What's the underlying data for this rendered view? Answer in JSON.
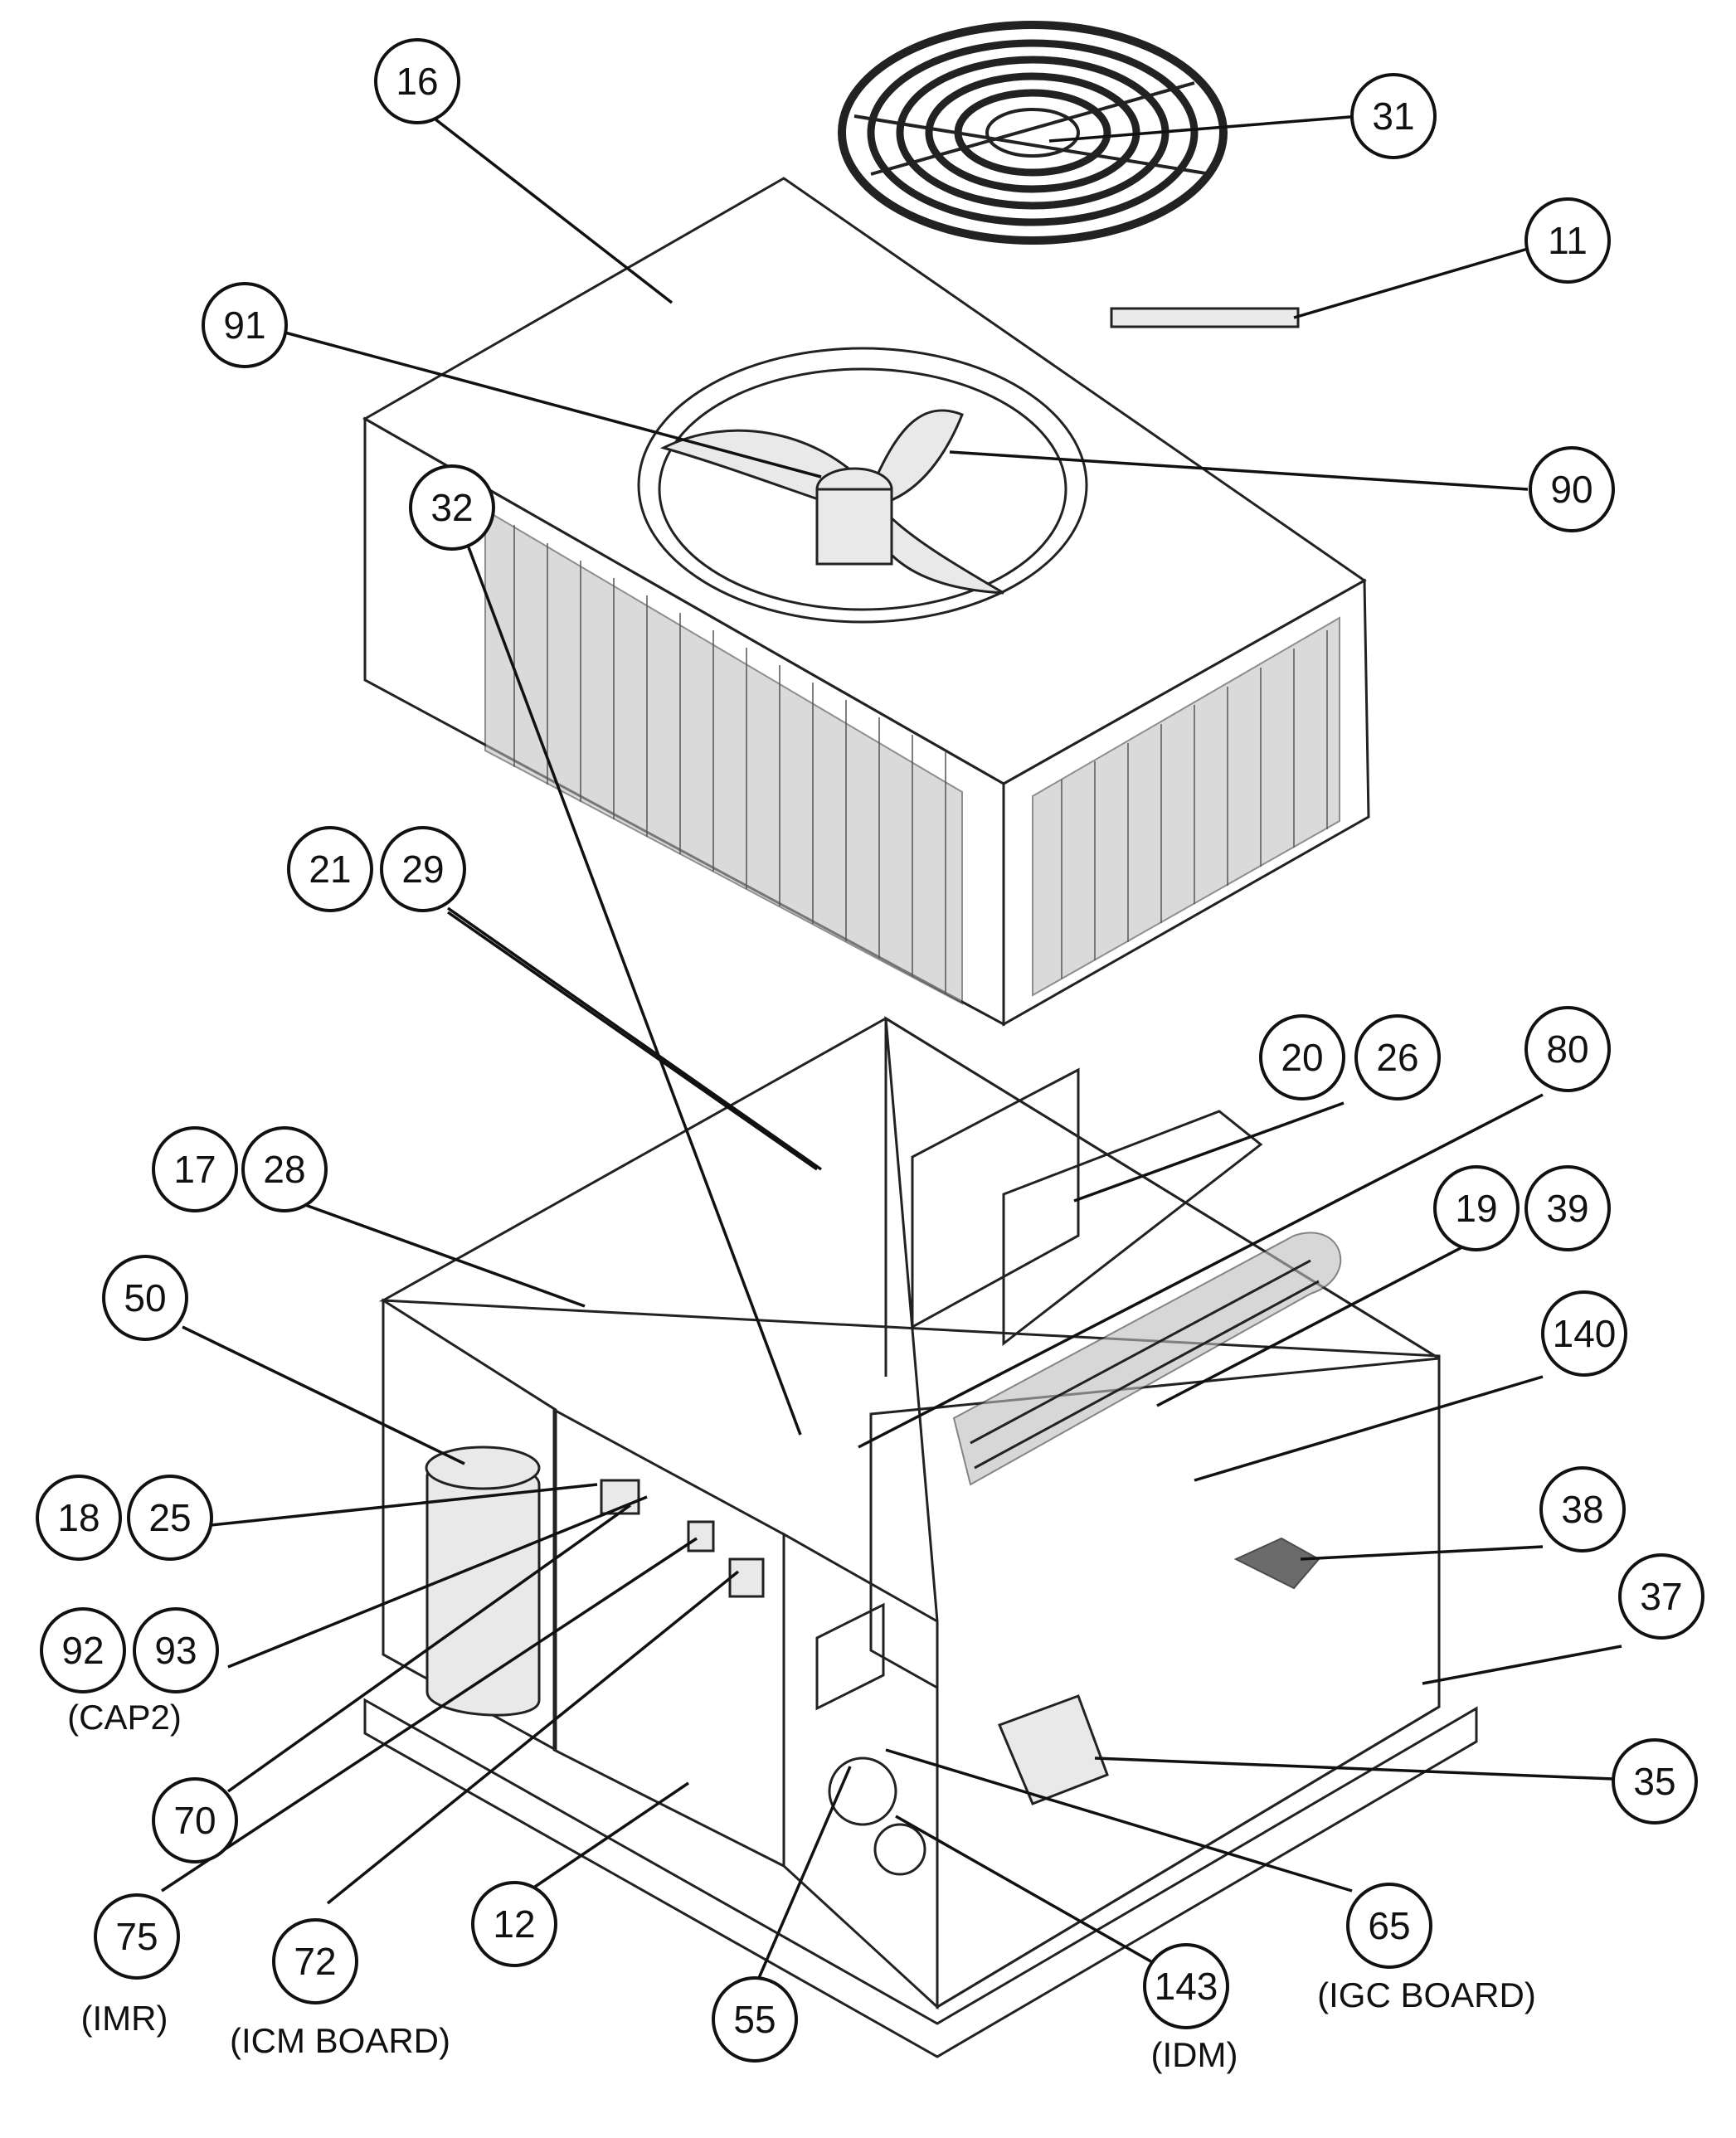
{
  "callouts": [
    {
      "id": "c16",
      "label": "16"
    },
    {
      "id": "c31",
      "label": "31"
    },
    {
      "id": "c11",
      "label": "11"
    },
    {
      "id": "c91",
      "label": "91"
    },
    {
      "id": "c90",
      "label": "90"
    },
    {
      "id": "c21",
      "label": "21"
    },
    {
      "id": "c29",
      "label": "29"
    },
    {
      "id": "c32",
      "label": "32"
    },
    {
      "id": "c20",
      "label": "20"
    },
    {
      "id": "c26",
      "label": "26"
    },
    {
      "id": "c80",
      "label": "80"
    },
    {
      "id": "c17",
      "label": "17"
    },
    {
      "id": "c28",
      "label": "28"
    },
    {
      "id": "c19",
      "label": "19"
    },
    {
      "id": "c39",
      "label": "39"
    },
    {
      "id": "c50",
      "label": "50"
    },
    {
      "id": "c140",
      "label": "140"
    },
    {
      "id": "c38",
      "label": "38"
    },
    {
      "id": "c18",
      "label": "18"
    },
    {
      "id": "c25",
      "label": "25"
    },
    {
      "id": "c37",
      "label": "37"
    },
    {
      "id": "c92",
      "label": "92"
    },
    {
      "id": "c93",
      "label": "93"
    },
    {
      "id": "c35",
      "label": "35"
    },
    {
      "id": "c70",
      "label": "70"
    },
    {
      "id": "c65",
      "label": "65"
    },
    {
      "id": "c12",
      "label": "12"
    },
    {
      "id": "c75",
      "label": "75"
    },
    {
      "id": "c72",
      "label": "72"
    },
    {
      "id": "c143",
      "label": "143"
    },
    {
      "id": "c55",
      "label": "55"
    }
  ],
  "sub_labels": {
    "cap2": "(CAP2)",
    "imr": "(IMR)",
    "icm_board": "(ICM BOARD)",
    "idm": "(IDM)",
    "igc_board": "(IGC BOARD)"
  }
}
